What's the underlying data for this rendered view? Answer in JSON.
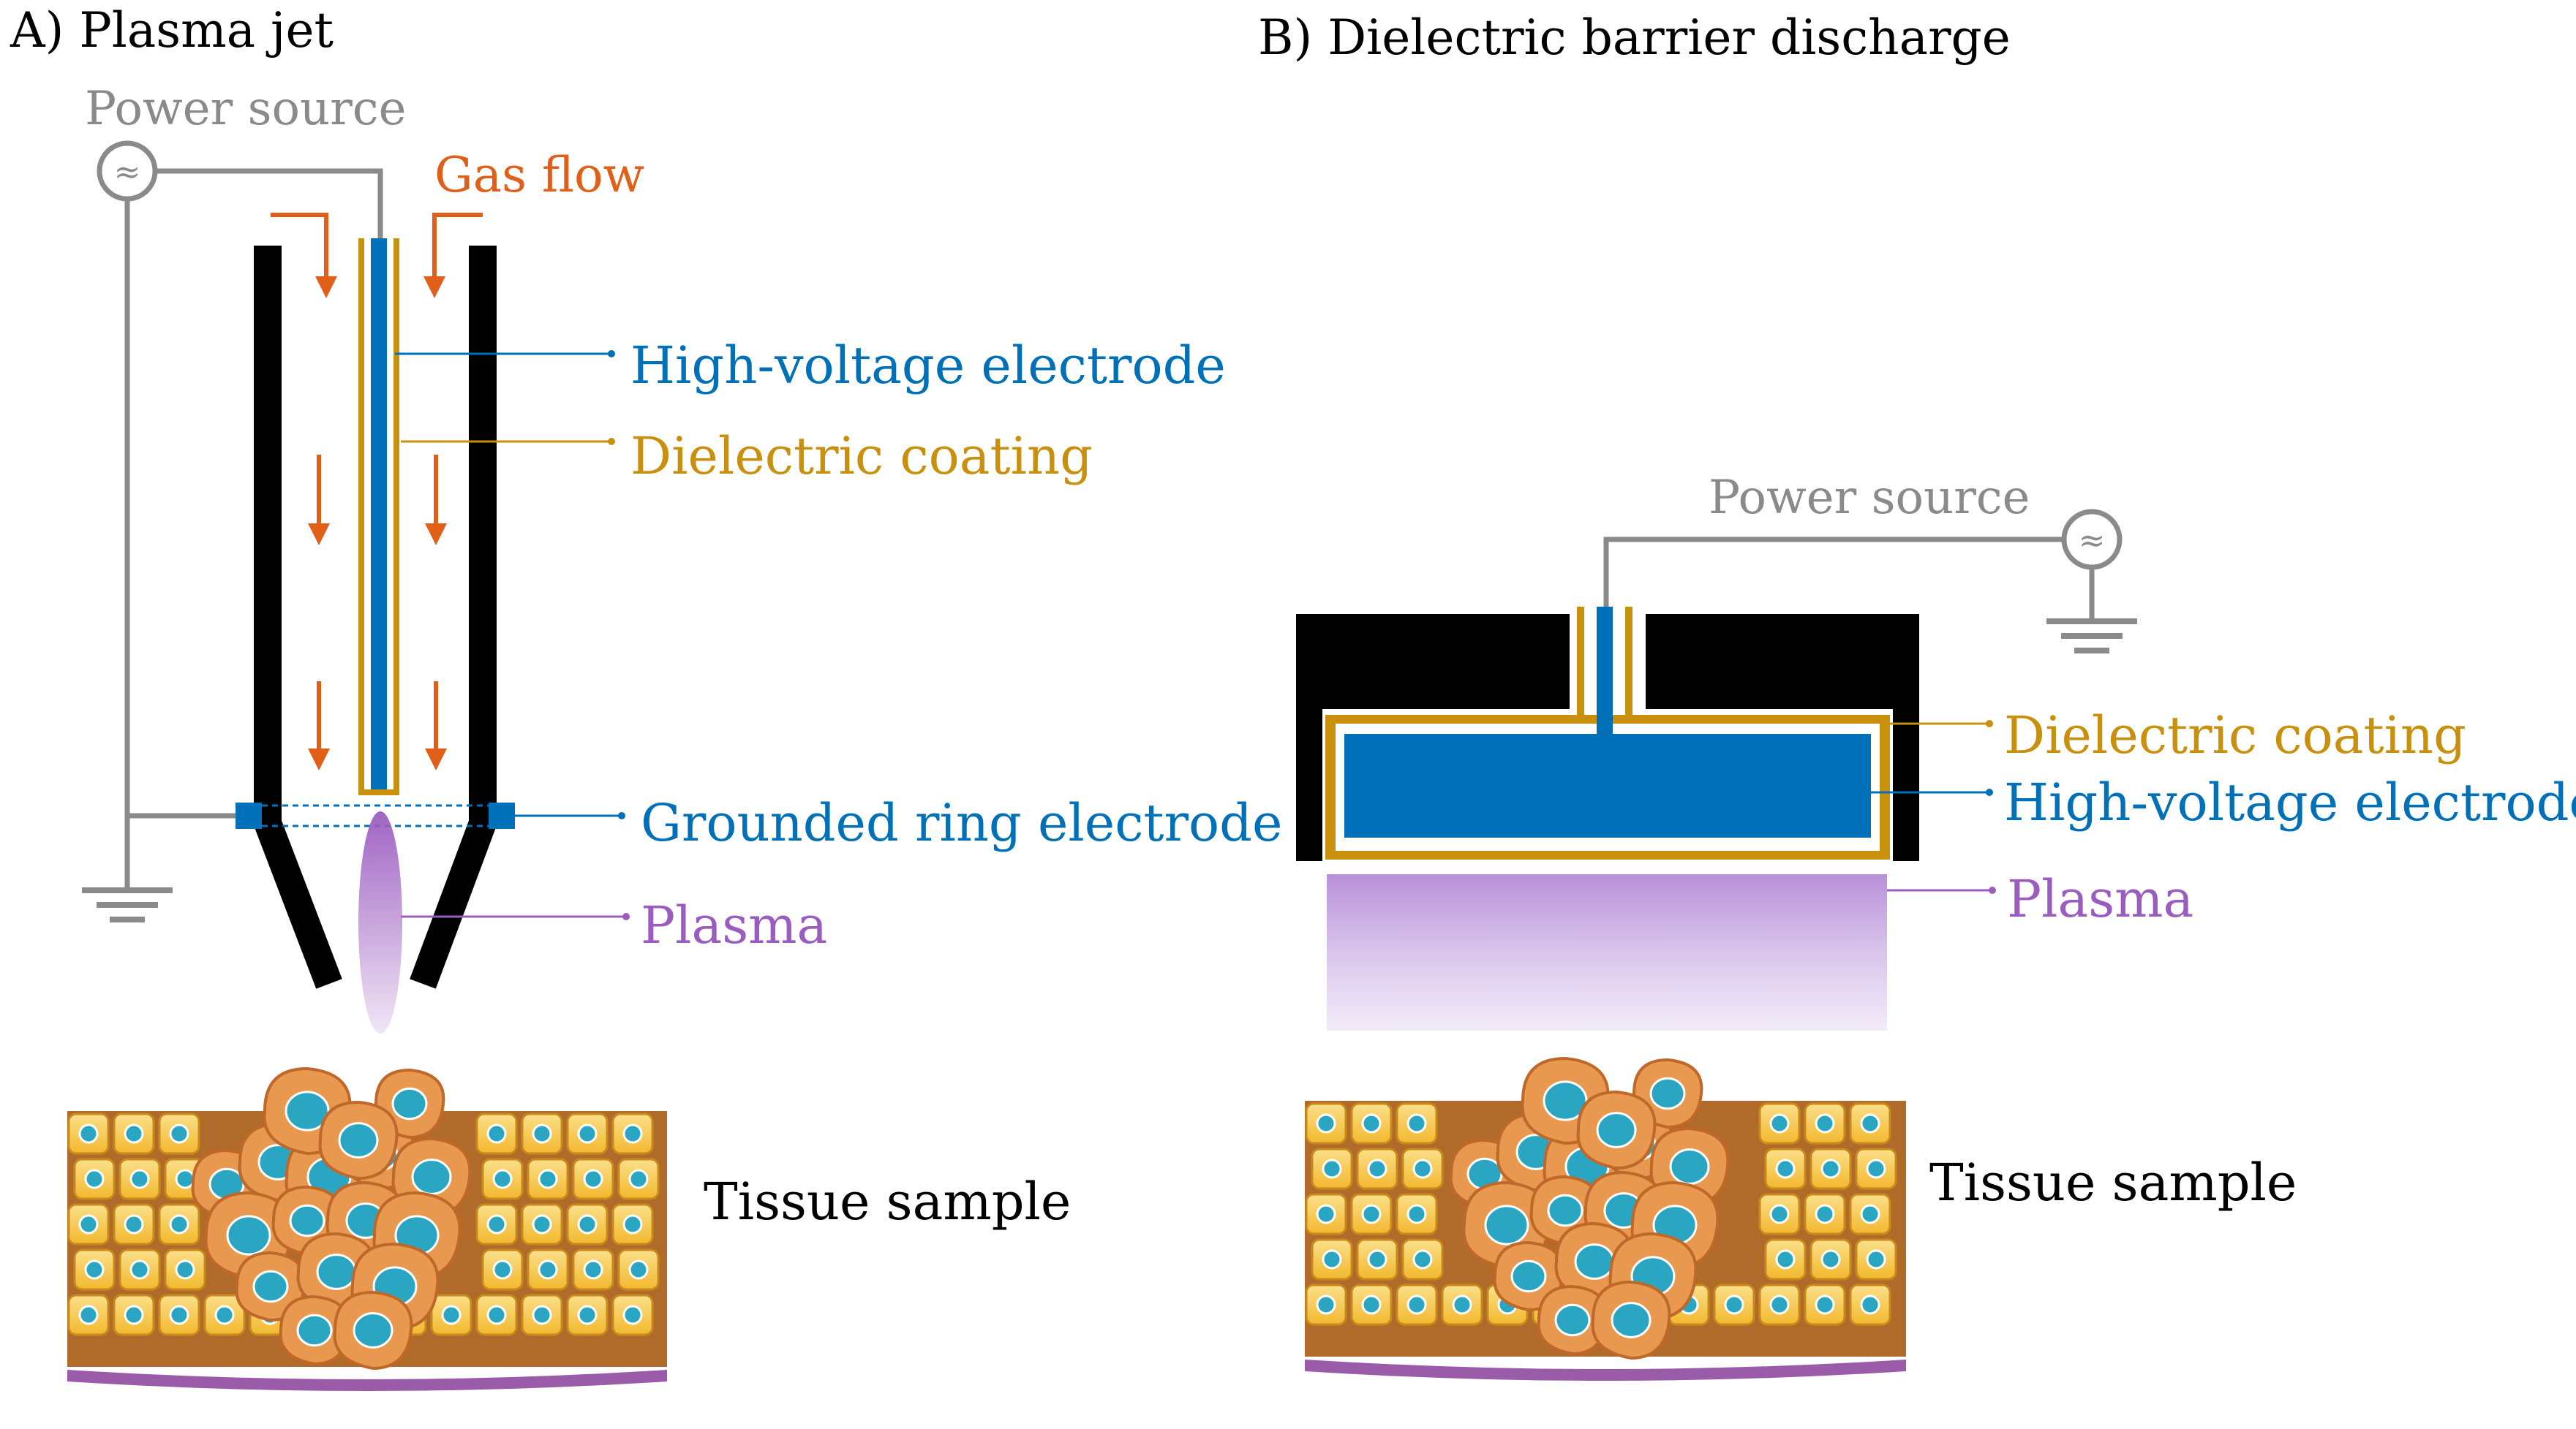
{
  "panel_a": {
    "heading": "A) Plasma jet",
    "power_source_label": "Power source",
    "gas_flow_label": "Gas flow",
    "high_voltage_label": "High-voltage electrode",
    "dielectric_label": "Dielectric coating",
    "ground_ring_label": "Grounded ring electrode",
    "plasma_label": "Plasma",
    "tissue_label": "Tissue sample"
  },
  "panel_b": {
    "heading": "B) Dielectric barrier discharge",
    "power_source_label": "Power source",
    "dielectric_label": "Dielectric coating",
    "high_voltage_label": "High-voltage electrode",
    "plasma_label": "Plasma",
    "tissue_label": "Tissue sample"
  },
  "symbols": {
    "ac_source": "≈"
  },
  "colors": {
    "high_voltage": "#0070b8",
    "dielectric": "#c9900e",
    "gas_flow": "#e0601a",
    "plasma": "#9b5cc0",
    "power": "#8a8a8a",
    "housing": "#000000",
    "cell_fill": "#f6c443",
    "cell_nucleus": "#2aa6c2",
    "tumor_fill": "#e99850",
    "tissue_base": "#9a5ca8"
  }
}
